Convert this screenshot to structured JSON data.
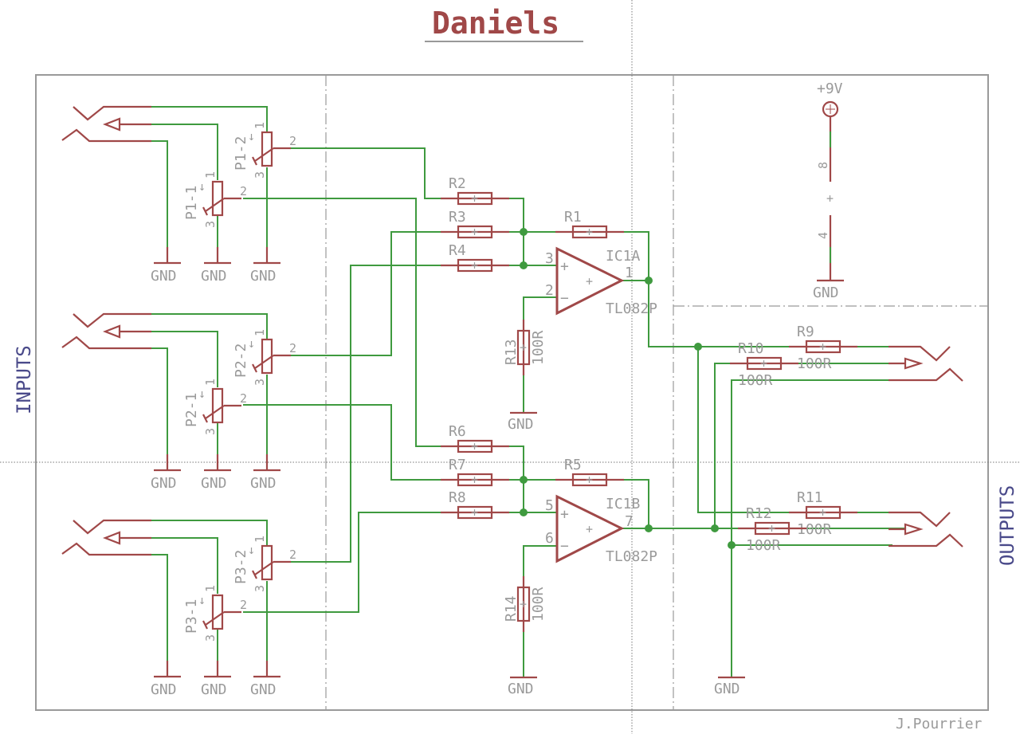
{
  "title": "Daniels",
  "author": "J.Pourrier",
  "side_labels": {
    "inputs": "INPUTS",
    "outputs": "OUTPUTS"
  },
  "power": {
    "supply_label": "+9V",
    "pin_top": "8",
    "pin_bottom": "4",
    "gnd": "GND"
  },
  "gnd_label": "GND",
  "pins": {
    "p1": "1",
    "p2": "2",
    "p3": "3",
    "p5": "5",
    "p6": "6",
    "p7": "7"
  },
  "pots": [
    {
      "id": "P1-2",
      "pins": [
        "1",
        "2",
        "3"
      ]
    },
    {
      "id": "P1-1",
      "pins": [
        "1",
        "2",
        "3"
      ]
    },
    {
      "id": "P2-2",
      "pins": [
        "1",
        "2",
        "3"
      ]
    },
    {
      "id": "P2-1",
      "pins": [
        "1",
        "2",
        "3"
      ]
    },
    {
      "id": "P3-2",
      "pins": [
        "1",
        "2",
        "3"
      ]
    },
    {
      "id": "P3-1",
      "pins": [
        "1",
        "2",
        "3"
      ]
    }
  ],
  "resistors": {
    "R1": "R1",
    "R2": "R2",
    "R3": "R3",
    "R4": "R4",
    "R5": "R5",
    "R6": "R6",
    "R7": "R7",
    "R8": "R8",
    "R9": "R9",
    "R10": "R10",
    "R11": "R11",
    "R12": "R12",
    "R13": "R13",
    "R14": "R14"
  },
  "resistor_value": "100R",
  "opamps": [
    {
      "name": "IC1A",
      "part": "TL082P",
      "pin_plus": "3",
      "pin_minus": "2",
      "pin_out": "1"
    },
    {
      "name": "IC1B",
      "part": "TL082P",
      "pin_plus": "5",
      "pin_minus": "6",
      "pin_out": "7"
    }
  ]
}
